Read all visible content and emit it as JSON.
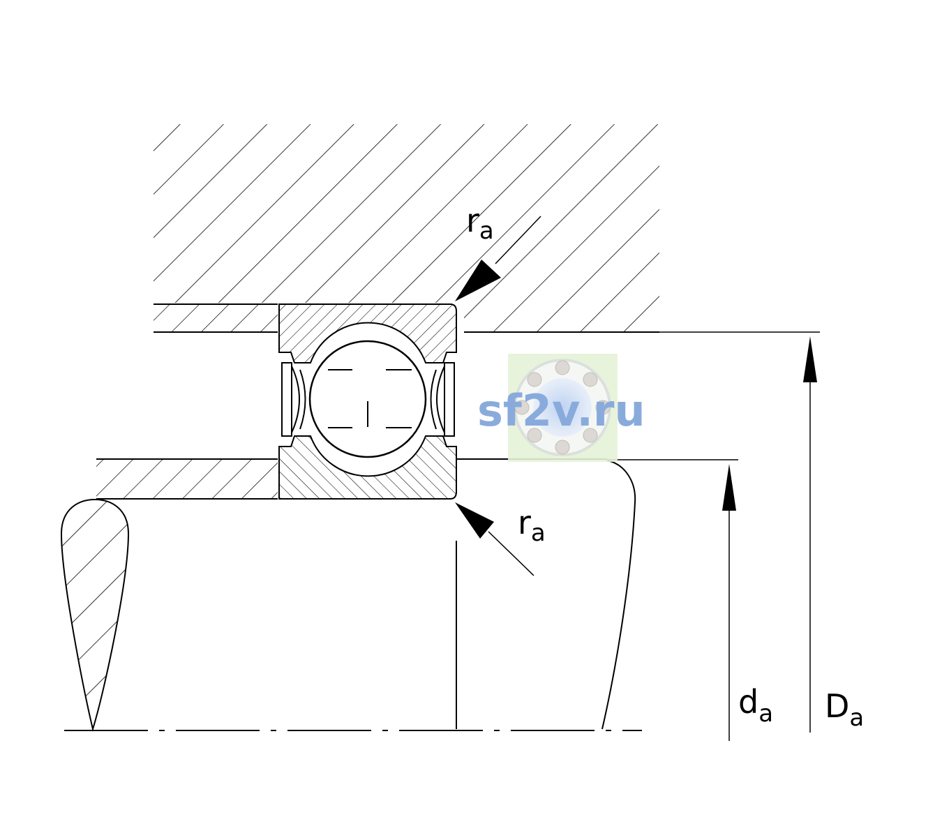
{
  "labels": {
    "ra_top": {
      "main": "r",
      "sub": "a"
    },
    "ra_bottom": {
      "main": "r",
      "sub": "a"
    },
    "da": {
      "main": "d",
      "sub": "a"
    },
    "Da": {
      "main": "D",
      "sub": "a"
    }
  },
  "watermark": {
    "text": "sf2v.ru"
  },
  "colors": {
    "line": "#000000",
    "background": "#ffffff",
    "watermark_text": "#7da3d9",
    "watermark_bg": "#e6f2d8"
  }
}
